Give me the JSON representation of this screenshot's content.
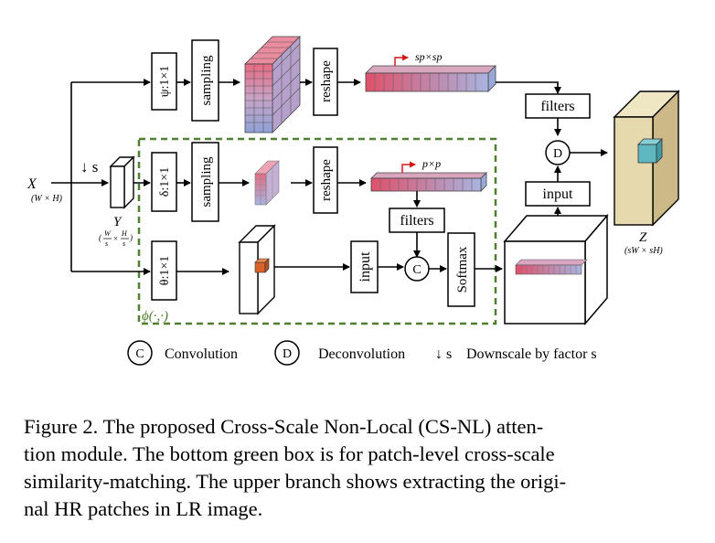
{
  "diagram": {
    "input_x": "X",
    "input_x_dim": "(W × H)",
    "downscale": "↓ s",
    "y_label": "Y",
    "psi_label": "ψ:1×1",
    "delta_label": "δ:1×1",
    "theta_label": "θ:1×1",
    "sampling_1": "sampling",
    "sampling_2": "sampling",
    "reshape_1": "reshape",
    "reshape_2": "reshape",
    "sp_label": "sp×sp",
    "p_label": "p×p",
    "filters_1": "filters",
    "filters_2": "filters",
    "input_1": "input",
    "input_2": "input",
    "conv_symbol": "C",
    "deconv_symbol": "D",
    "softmax": "Softmax",
    "phi_label": "ϕ(·,·)",
    "z_label": "Z",
    "z_dim": "(sW × sH)"
  },
  "legend": {
    "conv_symbol": "C",
    "conv_text": "Convolution",
    "deconv_symbol": "D",
    "deconv_text": "Deconvolution",
    "downscale_symbol": "↓ s",
    "downscale_text": "Downscale by factor s"
  },
  "caption": {
    "line1": "Figure 2. The proposed Cross-Scale Non-Local (CS-NL) atten-",
    "line2": "tion module. The bottom green box is for patch-level cross-scale",
    "line3": "similarity-matching. The upper branch shows extracting the origi-",
    "line4": "nal HR patches in LR image."
  },
  "colors": {
    "dashed_box": "#4f7f2f",
    "phi_text": "#4f7f2f",
    "patch_red": "#e0506a",
    "patch_blue": "#8ea2d8",
    "z_face": "#d9c99a",
    "z_cube": "#5fb8c0",
    "theta_cube": "#d9622b"
  }
}
